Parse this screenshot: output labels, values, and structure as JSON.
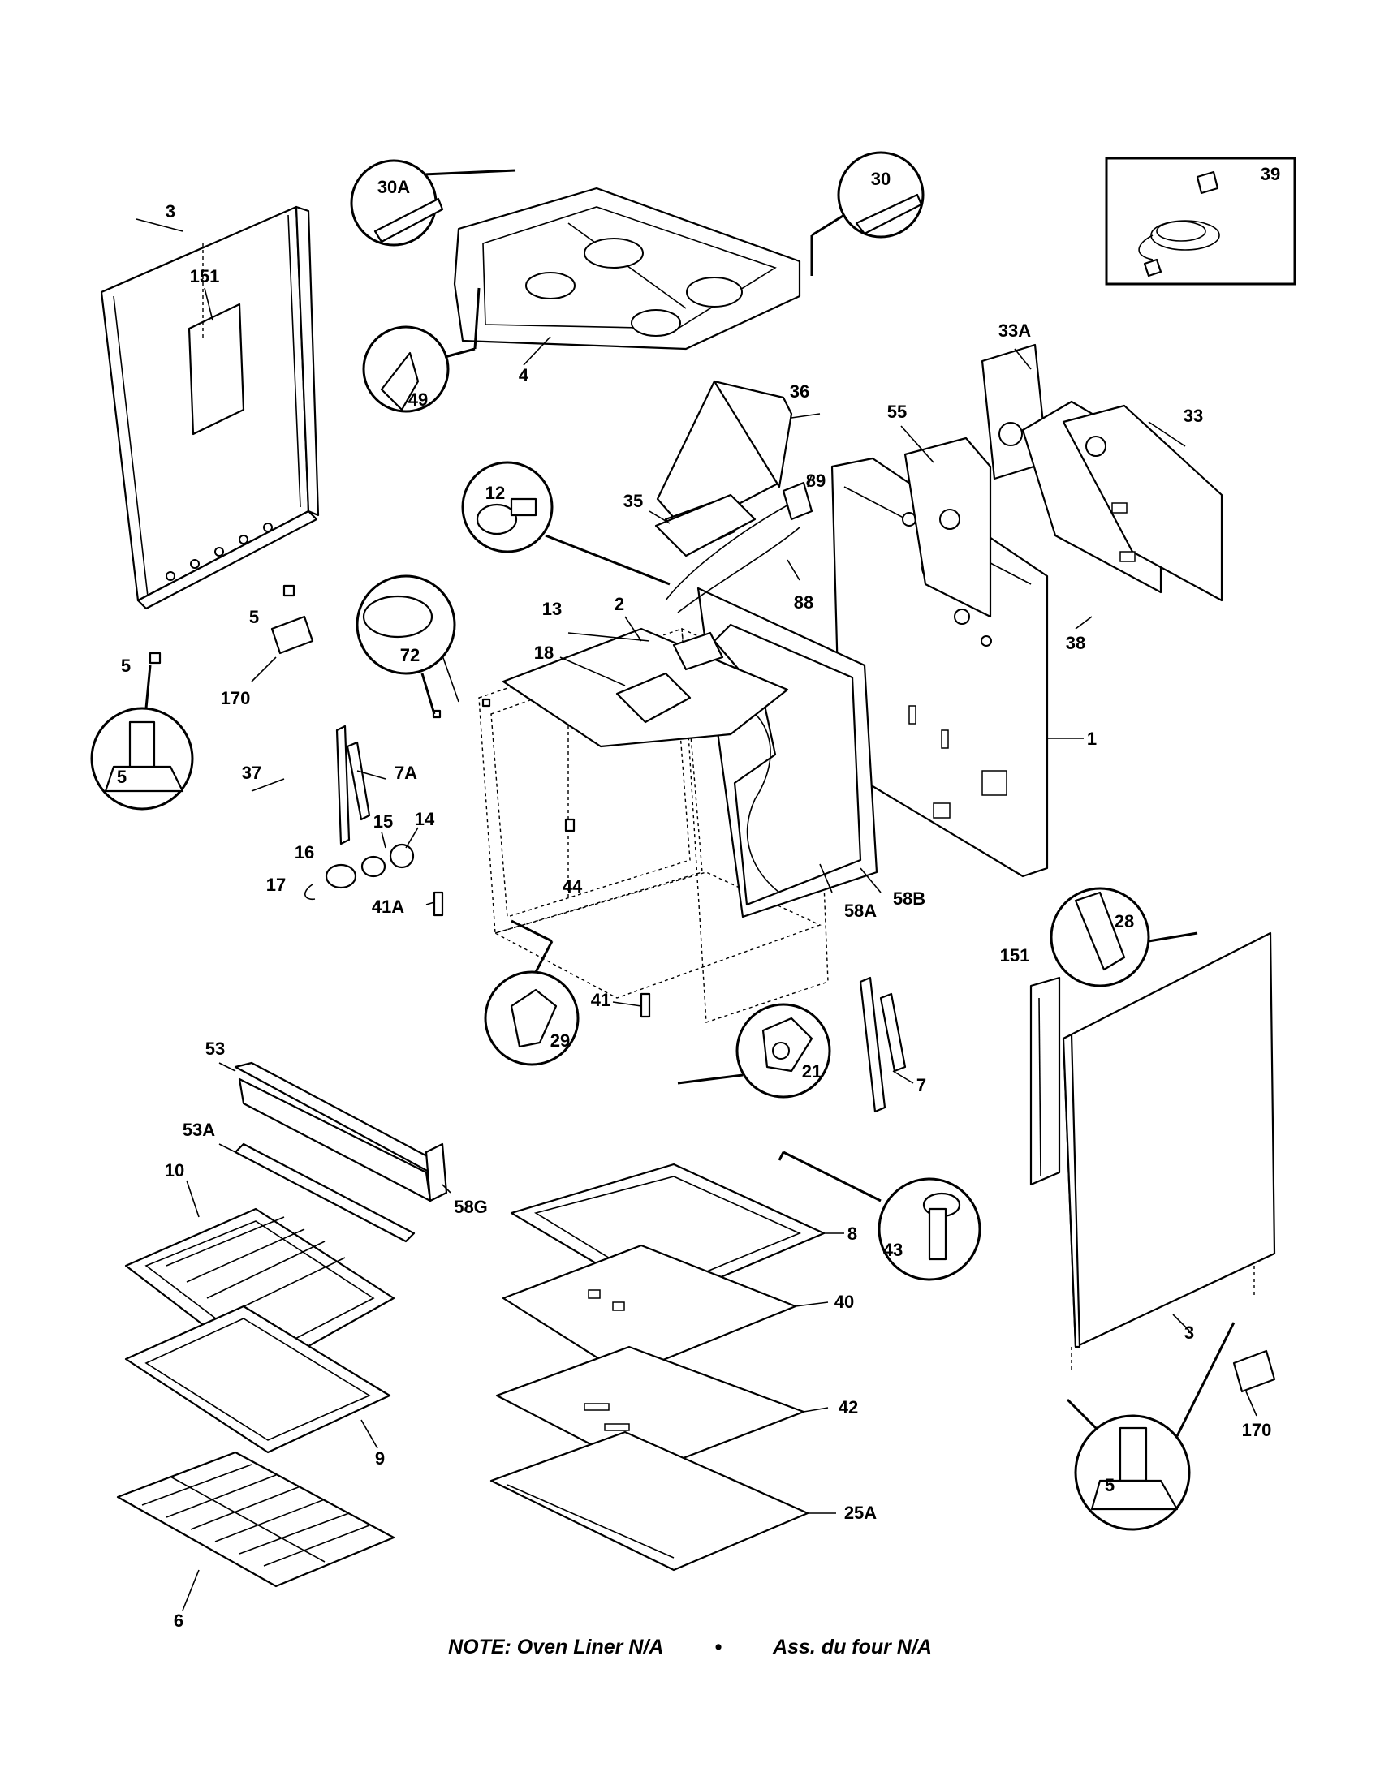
{
  "callouts": {
    "c30A": "30A",
    "c30": "30",
    "c39": "39",
    "c3a": "3",
    "c151a": "151",
    "c4": "4",
    "c49": "49",
    "c36": "36",
    "c33A": "33A",
    "c55": "55",
    "c33": "33",
    "c12": "12",
    "c35": "35",
    "c89": "89",
    "c88": "88",
    "c38": "38",
    "c5a": "5",
    "c5b": "5",
    "c5c": "5",
    "c170a": "170",
    "c72": "72",
    "c13": "13",
    "c2": "2",
    "c18": "18",
    "c1": "1",
    "c7A": "7A",
    "c37": "37",
    "c15": "15",
    "c14": "14",
    "c16": "16",
    "c17": "17",
    "c44": "44",
    "c41A": "41A",
    "c58A": "58A",
    "c58B": "58B",
    "c151b": "151",
    "c28": "28",
    "c41": "41",
    "c29": "29",
    "c21": "21",
    "c7": "7",
    "c53": "53",
    "c53A": "53A",
    "c58G": "58G",
    "c10": "10",
    "c8": "8",
    "c43": "43",
    "c40": "40",
    "c3b": "3",
    "c42": "42",
    "c9": "9",
    "c25A": "25A",
    "c5d": "5",
    "c170b": "170",
    "c6": "6"
  },
  "note": {
    "left": "NOTE: Oven Liner N/A",
    "separator": "•",
    "right": "Ass. du four N/A"
  }
}
